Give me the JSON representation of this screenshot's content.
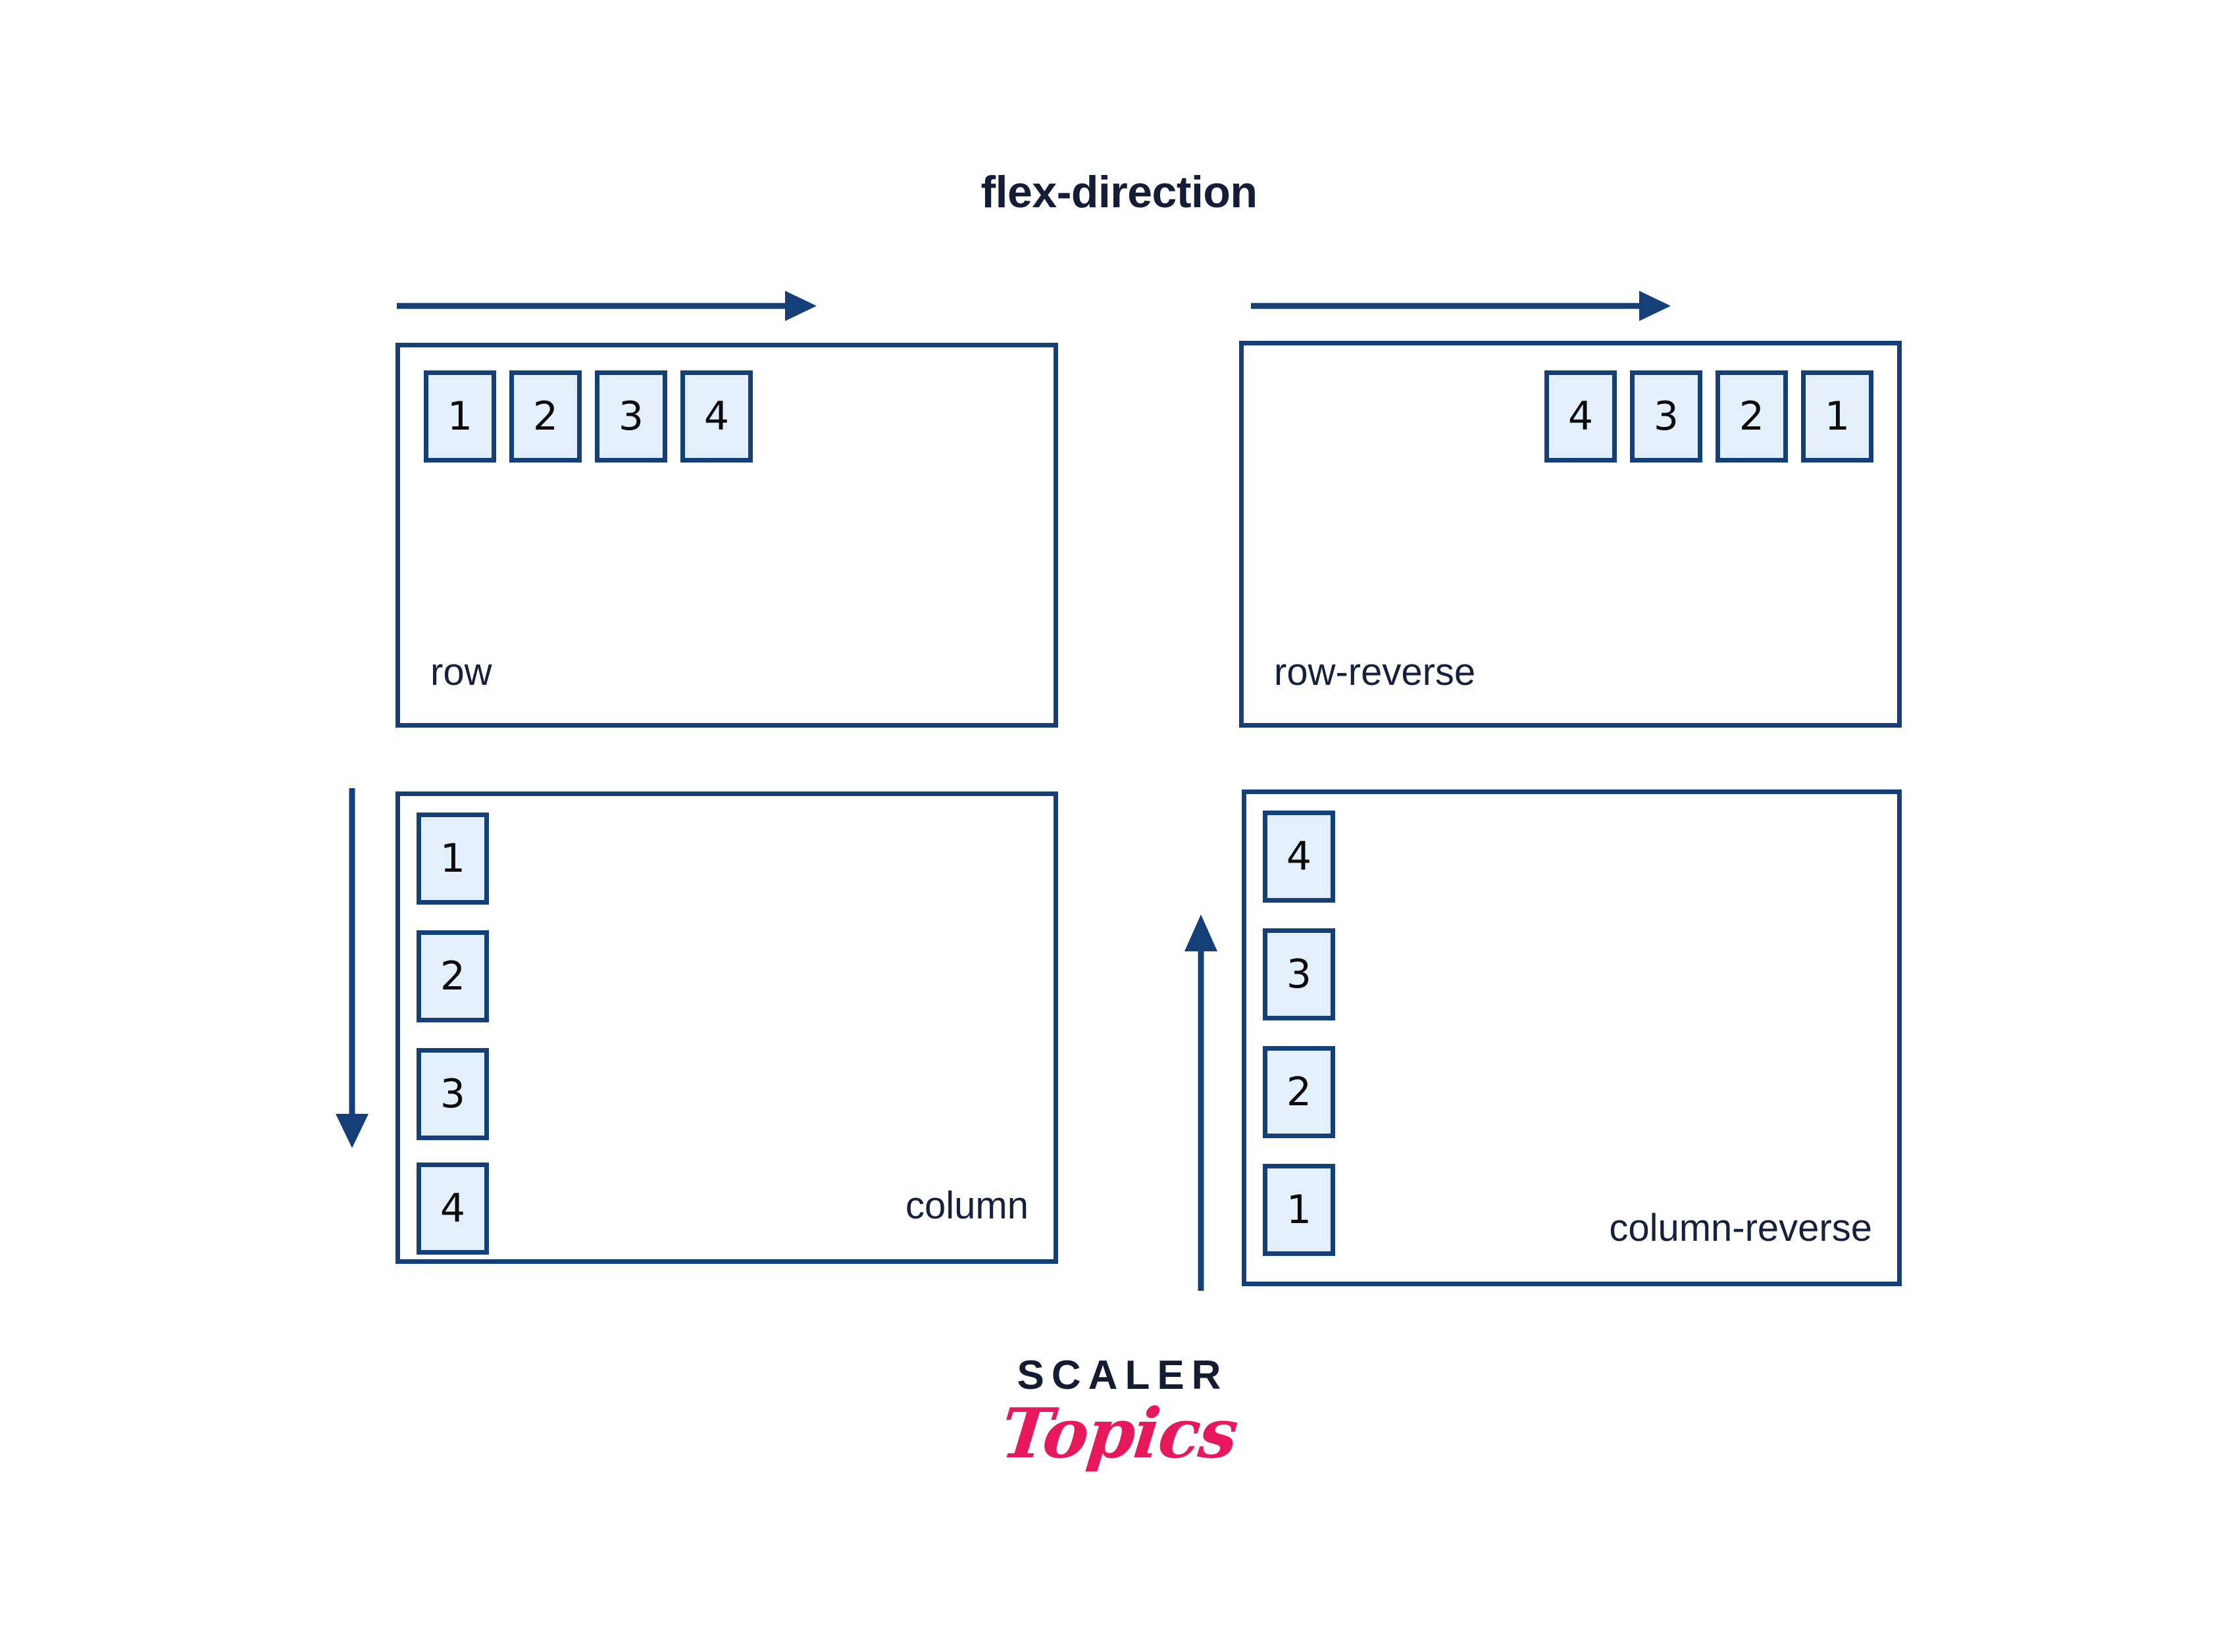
{
  "title": "flex-direction",
  "colors": {
    "background": "#ffffff",
    "stroke_navy": "#154077",
    "item_fill": "#e3effb",
    "title_text": "#141d35",
    "label_text": "#16213e",
    "item_number_text": "#0b0b0b",
    "logo_dark": "#151c32",
    "logo_pink": "#e8185d"
  },
  "panels": [
    {
      "id": "row",
      "label": "row",
      "label_position": "bottom-left",
      "items": [
        "1",
        "2",
        "3",
        "4"
      ],
      "axis_arrow": {
        "icon": "arrow-right-icon",
        "direction": "right",
        "position": "above-left"
      }
    },
    {
      "id": "row-reverse",
      "label": "row-reverse",
      "label_position": "bottom-left",
      "items": [
        "4",
        "3",
        "2",
        "1"
      ],
      "axis_arrow": {
        "icon": "arrow-right-icon",
        "direction": "right",
        "position": "above-left"
      }
    },
    {
      "id": "column",
      "label": "column",
      "label_position": "bottom-right",
      "items": [
        "1",
        "2",
        "3",
        "4"
      ],
      "axis_arrow": {
        "icon": "arrow-down-icon",
        "direction": "down",
        "position": "left-outside"
      }
    },
    {
      "id": "column-reverse",
      "label": "column-reverse",
      "label_position": "bottom-right",
      "items": [
        "4",
        "3",
        "2",
        "1"
      ],
      "axis_arrow": {
        "icon": "arrow-up-icon",
        "direction": "up",
        "position": "left-outside"
      }
    }
  ],
  "logo": {
    "primary": "SCALER",
    "secondary": "Topics"
  }
}
